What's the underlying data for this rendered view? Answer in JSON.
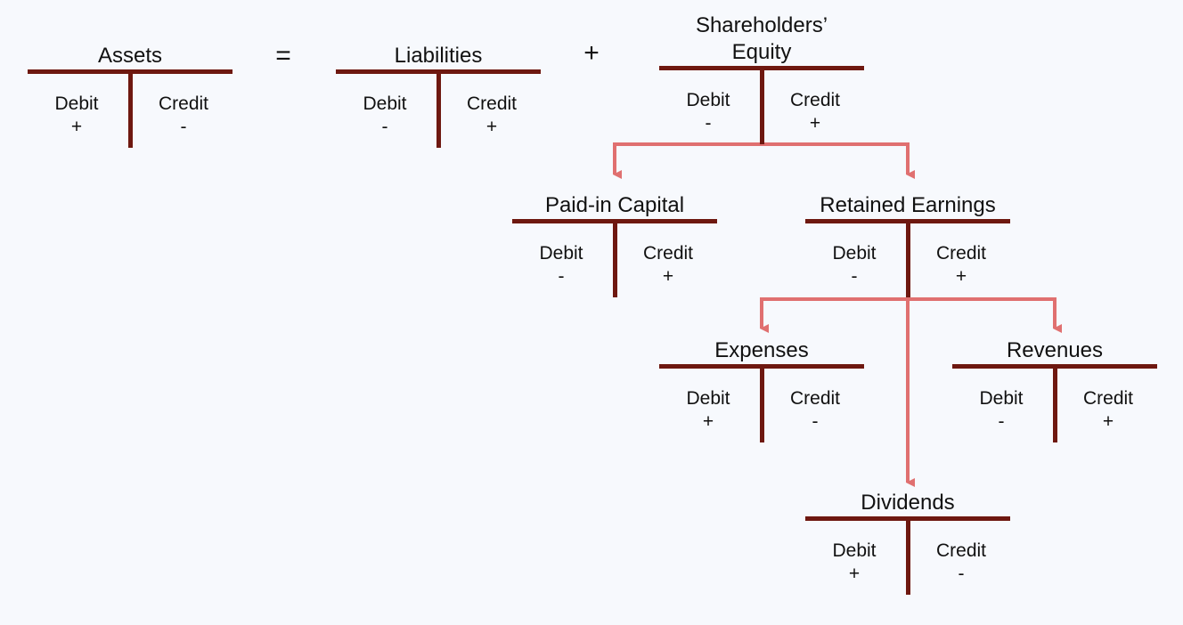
{
  "equation": {
    "equals": "=",
    "plus": "+"
  },
  "accounts": {
    "assets": {
      "title": "Assets",
      "debit_label": "Debit",
      "debit_sign": "+",
      "credit_label": "Credit",
      "credit_sign": "-"
    },
    "liabilities": {
      "title": "Liabilities",
      "debit_label": "Debit",
      "debit_sign": "-",
      "credit_label": "Credit",
      "credit_sign": "+"
    },
    "shareholders_equity": {
      "title": "Shareholders’\nEquity",
      "debit_label": "Debit",
      "debit_sign": "-",
      "credit_label": "Credit",
      "credit_sign": "+"
    },
    "paid_in_capital": {
      "title": "Paid-in Capital",
      "debit_label": "Debit",
      "debit_sign": "-",
      "credit_label": "Credit",
      "credit_sign": "+"
    },
    "retained_earnings": {
      "title": "Retained Earnings",
      "debit_label": "Debit",
      "debit_sign": "-",
      "credit_label": "Credit",
      "credit_sign": "+"
    },
    "expenses": {
      "title": "Expenses",
      "debit_label": "Debit",
      "debit_sign": "+",
      "credit_label": "Credit",
      "credit_sign": "-"
    },
    "revenues": {
      "title": "Revenues",
      "debit_label": "Debit",
      "debit_sign": "-",
      "credit_label": "Credit",
      "credit_sign": "+"
    },
    "dividends": {
      "title": "Dividends",
      "debit_label": "Debit",
      "debit_sign": "+",
      "credit_label": "Credit",
      "credit_sign": "-"
    }
  },
  "colors": {
    "t_account": "#6e1810",
    "connector": "#e07070",
    "background": "#f7f9fd"
  }
}
